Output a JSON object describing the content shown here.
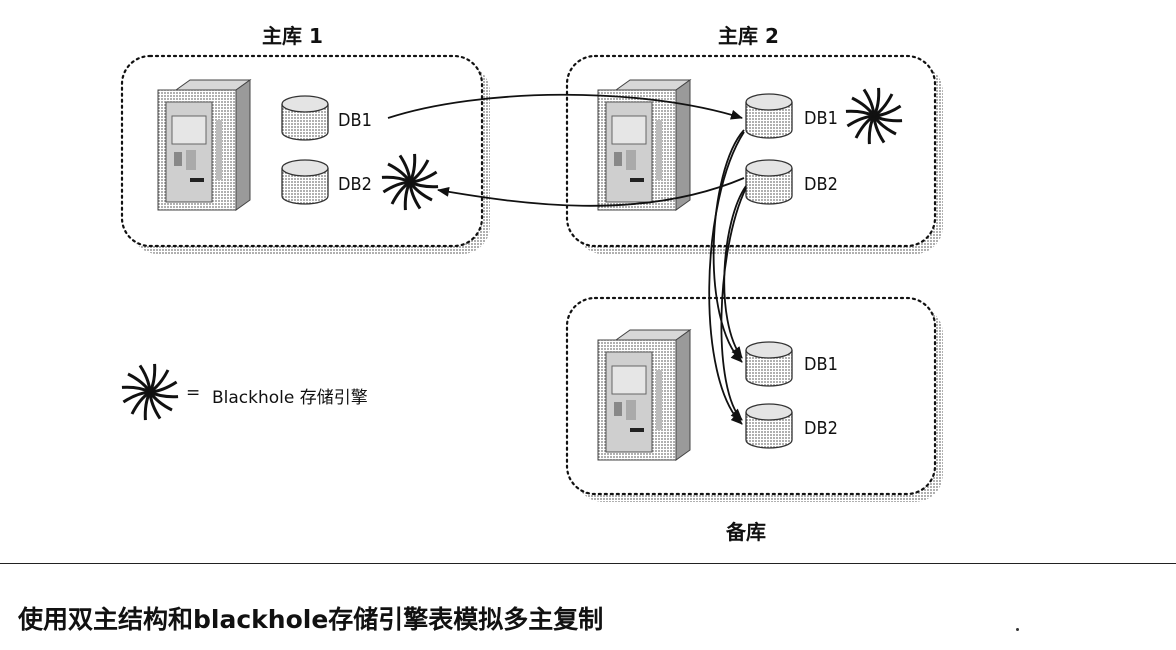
{
  "diagram": {
    "master1": {
      "title": "主库 1",
      "db1": "DB1",
      "db2": "DB2"
    },
    "master2": {
      "title": "主库 2",
      "db1": "DB1",
      "db2": "DB2"
    },
    "slave": {
      "title": "备库",
      "db1": "DB1",
      "db2": "DB2"
    },
    "legend": {
      "equals": "=",
      "text": "Blackhole 存储引擎"
    }
  },
  "caption": "使用双主结构和blackhole存储引擎表模拟多主复制",
  "icons": {
    "server": "server-tower-icon",
    "database": "database-cylinder-icon",
    "blackhole": "blackhole-swirl-icon"
  }
}
